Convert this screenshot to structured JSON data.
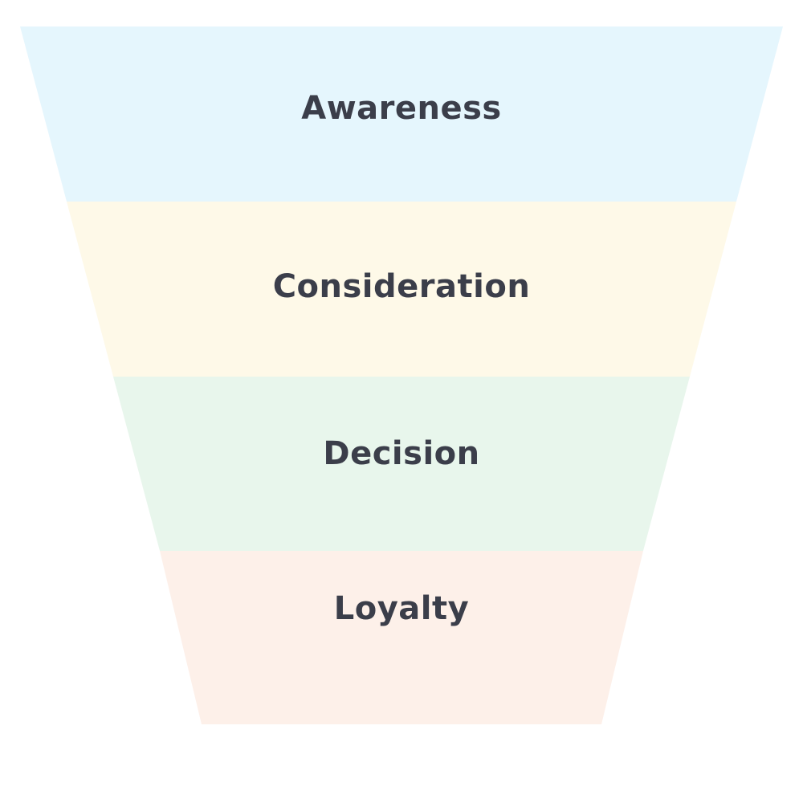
{
  "funnel": {
    "stages": [
      {
        "label": "Awareness",
        "fill": "#E5F6FD"
      },
      {
        "label": "Consideration",
        "fill": "#FEF9E8"
      },
      {
        "label": "Decision",
        "fill": "#E8F6EC"
      },
      {
        "label": "Loyalty",
        "fill": "#FDF0E9"
      }
    ],
    "text_color": "#3B3E4A"
  }
}
